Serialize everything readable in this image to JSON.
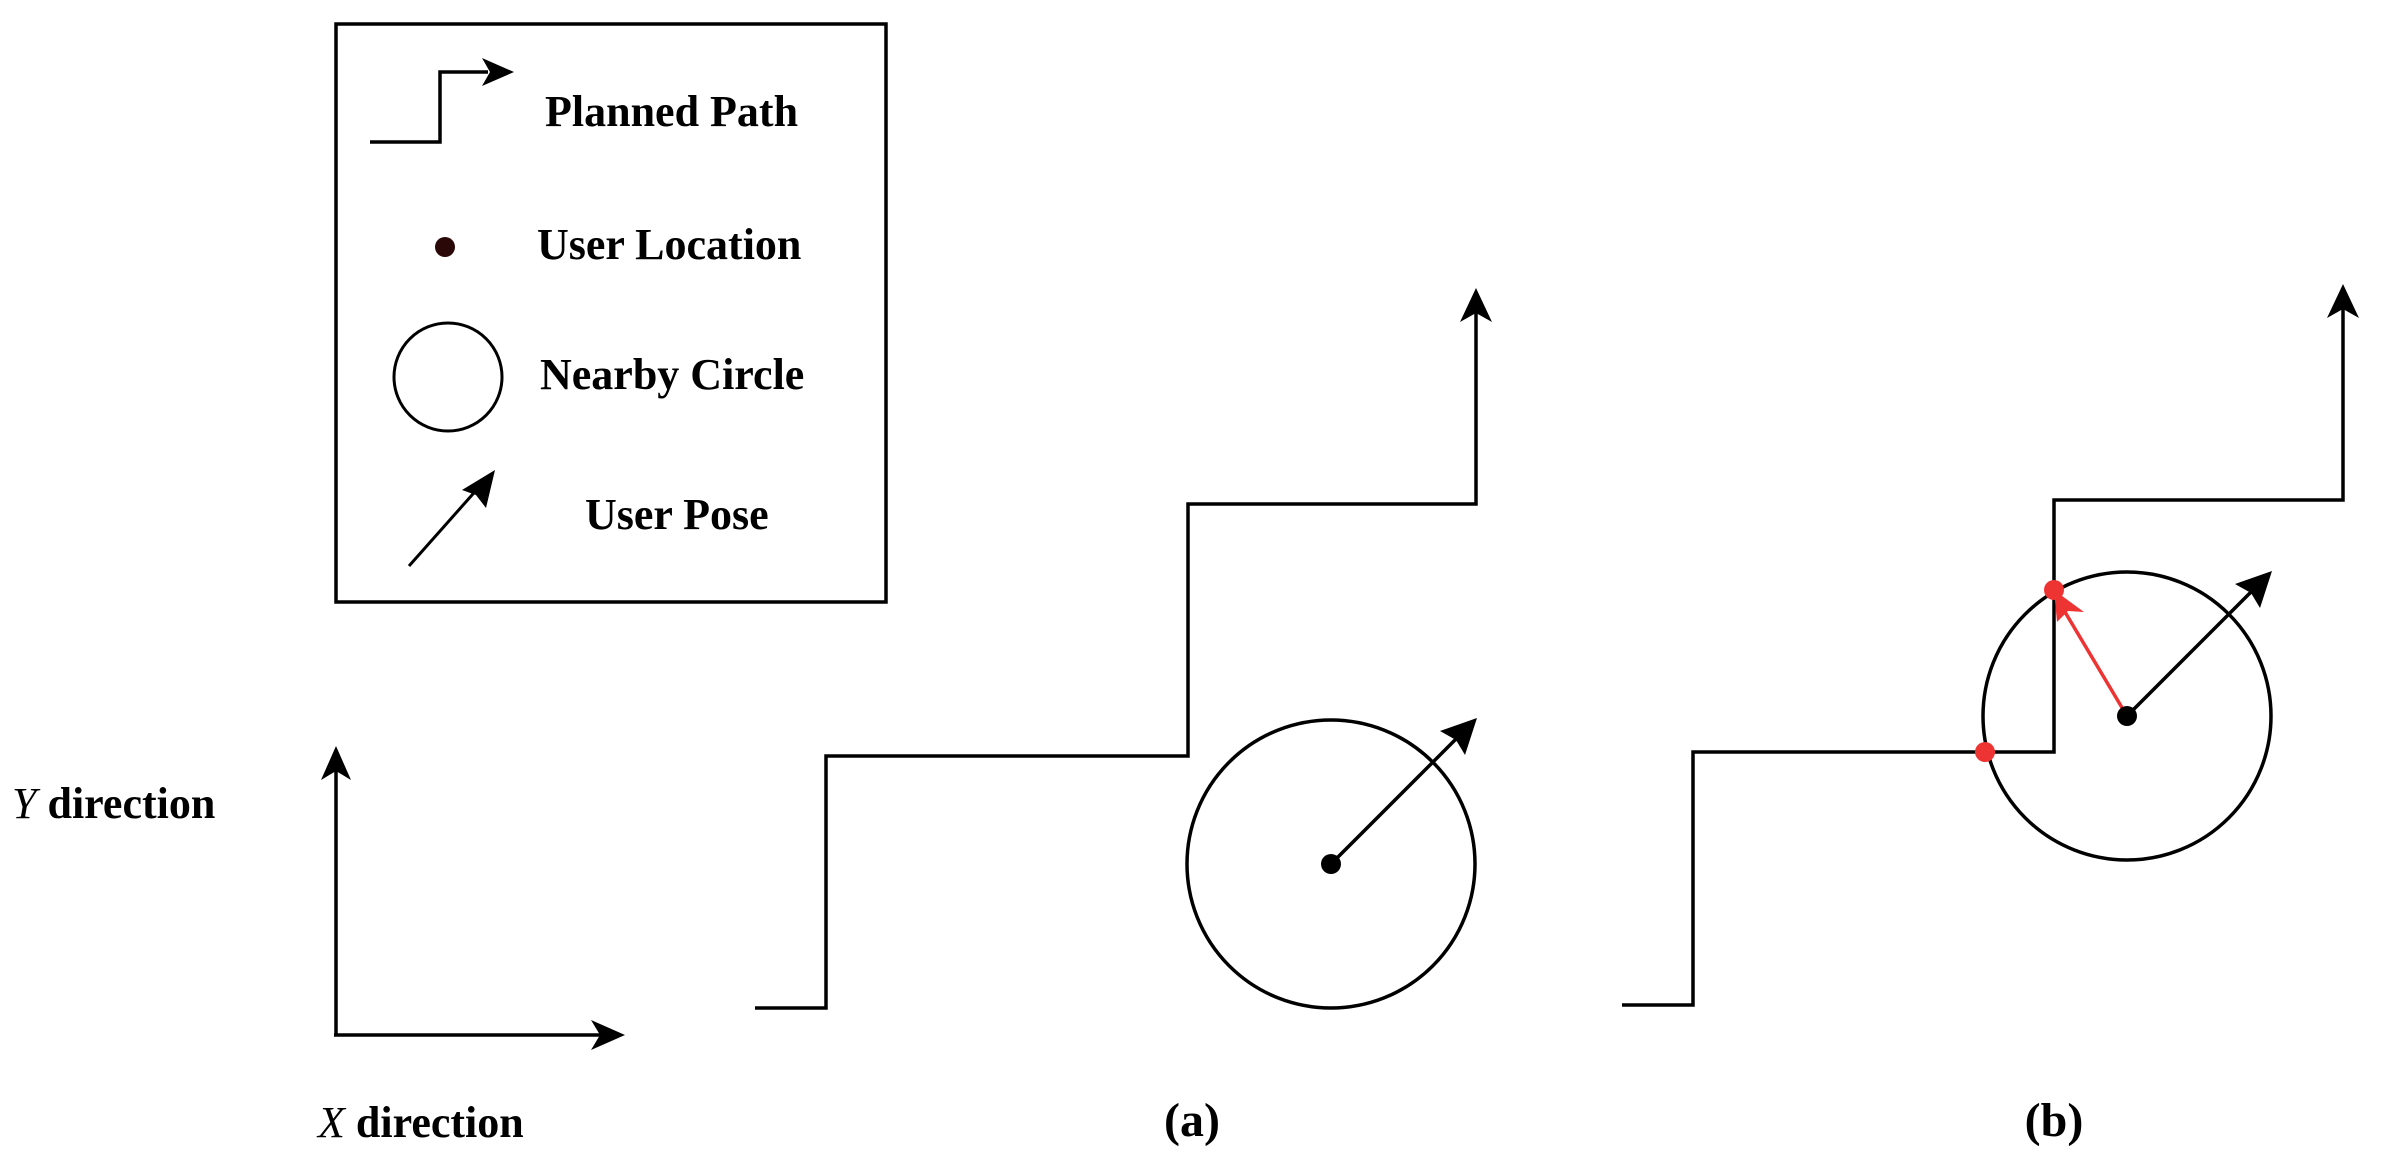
{
  "legend": {
    "items": [
      {
        "label": "Planned Path",
        "icon": "step-arrow-icon"
      },
      {
        "label": "User Location",
        "icon": "dot-icon"
      },
      {
        "label": "Nearby Circle",
        "icon": "circle-icon"
      },
      {
        "label": "User Pose",
        "icon": "diagonal-arrow-icon"
      }
    ]
  },
  "axes": {
    "y_var": "Y",
    "y_text": " direction",
    "x_var": "X",
    "x_text": " direction"
  },
  "panels": [
    {
      "label": "(a)"
    },
    {
      "label": "(b)"
    }
  ],
  "colors": {
    "line": "#000000",
    "user_location_legend": "#2a0808",
    "highlight": "#ee3333"
  }
}
